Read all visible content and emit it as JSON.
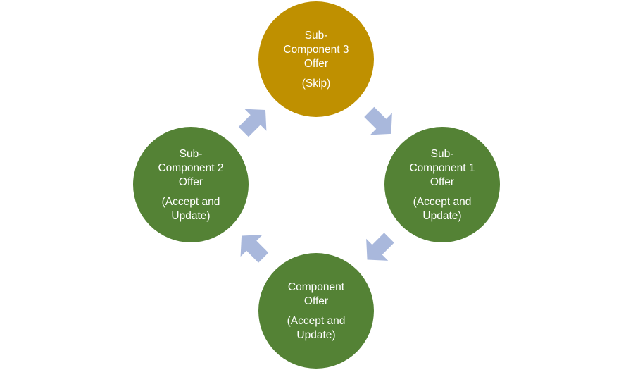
{
  "diagram": {
    "type": "cycle",
    "colors": {
      "node_default": "#548235",
      "node_highlight": "#bf9000",
      "arrow": "#a9b8dc",
      "text": "#ffffff",
      "background": "#ffffff"
    },
    "nodes": [
      {
        "id": "sub3",
        "title_lines": [
          "Sub-",
          "Component 3",
          "Offer"
        ],
        "action_lines": [
          "(Skip)"
        ],
        "highlight": true
      },
      {
        "id": "sub1",
        "title_lines": [
          "Sub-",
          "Component 1",
          "Offer"
        ],
        "action_lines": [
          "(Accept and",
          "Update)"
        ],
        "highlight": false
      },
      {
        "id": "component",
        "title_lines": [
          "Component",
          "Offer"
        ],
        "action_lines": [
          "(Accept and",
          "Update)"
        ],
        "highlight": false
      },
      {
        "id": "sub2",
        "title_lines": [
          "Sub-",
          "Component 2",
          "Offer"
        ],
        "action_lines": [
          "(Accept and",
          "Update)"
        ],
        "highlight": false
      }
    ],
    "arrows": [
      {
        "from": "sub3",
        "to": "sub1"
      },
      {
        "from": "sub1",
        "to": "component"
      },
      {
        "from": "component",
        "to": "sub2"
      },
      {
        "from": "sub2",
        "to": "sub3"
      }
    ]
  }
}
